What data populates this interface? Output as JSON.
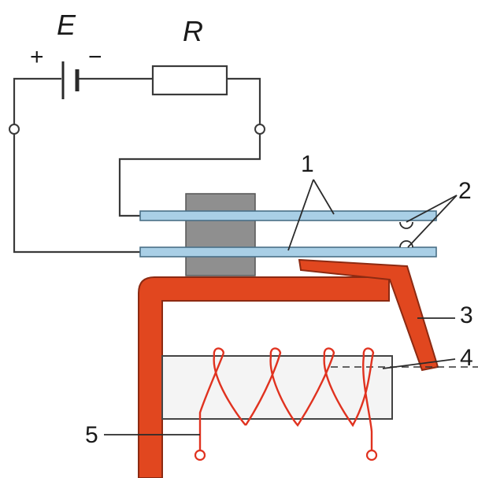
{
  "labels": {
    "battery": "E",
    "resistor": "R",
    "plus": "+",
    "minus": "−",
    "contacts": "1",
    "contact_points": "2",
    "armature": "3",
    "coil_core": "4",
    "winding": "5"
  },
  "colors": {
    "wire": "#3a3a3a",
    "spring": "#a9cfe6",
    "spring_outline": "#4a6f86",
    "insulator": "#8f8f8f",
    "yoke": "#e1471f",
    "yoke_outline": "#8c2a12",
    "coil": "#e0321f",
    "core_fill": "#f4f4f4",
    "core_stroke": "#444444"
  }
}
